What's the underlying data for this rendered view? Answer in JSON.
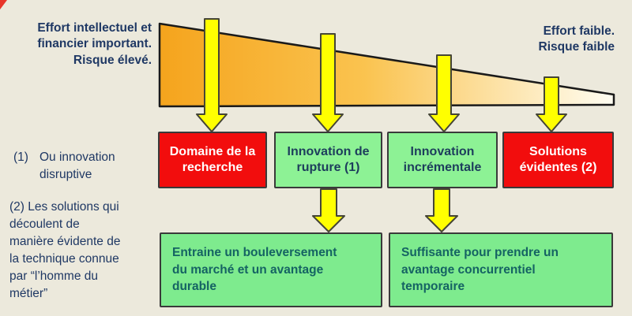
{
  "colors": {
    "background": "#ECE9DC",
    "navy-text": "#1F3864",
    "navy-box-text": "#1D3D5C",
    "teal-text": "#156363",
    "red-box": "#F20D0D",
    "red-box-text": "#FFFFFF",
    "green-box": "#8DF295",
    "green-box-deep": "#7EEB8E",
    "box-border": "#3A3A3A",
    "arrow-yellow": "#FFFF00",
    "arrow-border": "#454536",
    "wedge-start": "#F5A41D",
    "wedge-mid": "#FAC34F",
    "wedge-end": "#FFFDF2",
    "wedge-border": "#1A1A1A",
    "corner-marker": "#E8352A"
  },
  "gradient_labels": {
    "left": "Effort intellectuel et\nfinancier important.\nRisque élevé.",
    "right": "Effort faible.\nRisque faible"
  },
  "footnotes": [
    {
      "marker": "(1)",
      "text": "Ou innovation\ndisruptive"
    },
    {
      "marker": "(2)",
      "text": "Les solutions qui\ndécoulent de\nmanière évidente de\nla technique connue\npar “l’homme du\nmétier”"
    }
  ],
  "categories": [
    {
      "label": "Domaine de la recherche",
      "style": "red"
    },
    {
      "label": "Innovation de rupture (1)",
      "style": "green"
    },
    {
      "label": "Innovation incrémentale",
      "style": "green"
    },
    {
      "label": "Solutions évidentes (2)",
      "style": "red"
    }
  ],
  "outcomes": [
    {
      "label": "Entraine un bouleversement\ndu marché et un avantage\ndurable"
    },
    {
      "label": "Suffisante pour prendre un\navantage concurrentiel\ntemporaire"
    }
  ]
}
